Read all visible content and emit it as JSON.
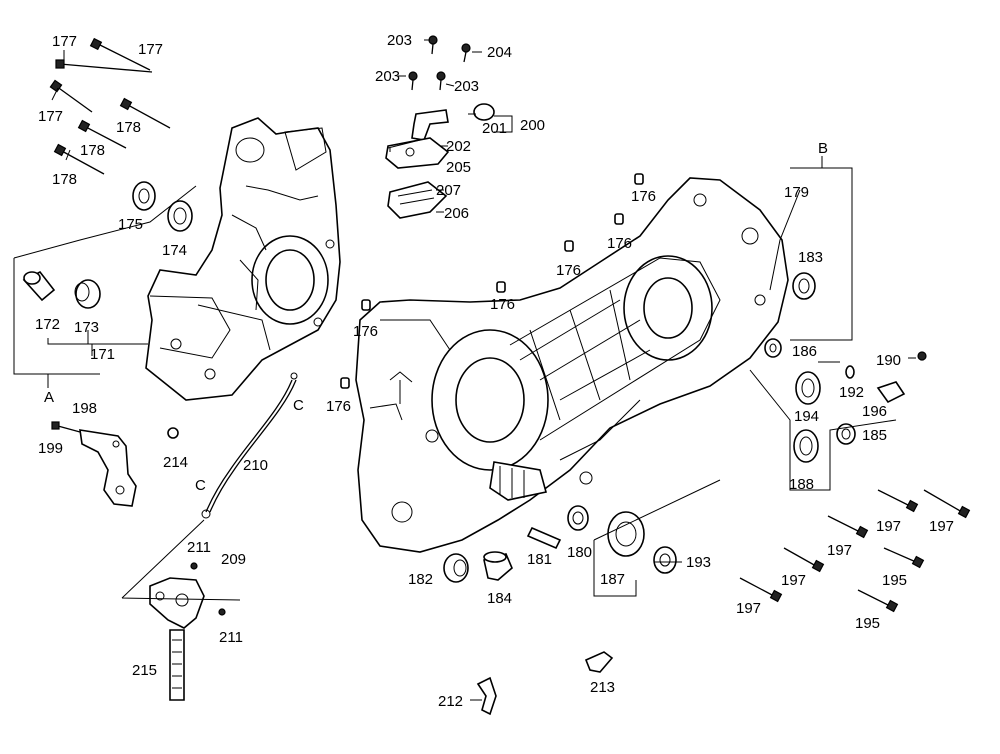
{
  "diagram": {
    "callouts": {
      "c177a": "177",
      "c177b": "177",
      "c177c": "177",
      "c178a": "178",
      "c178b": "178",
      "c178c": "178",
      "c175": "175",
      "c174": "174",
      "c172": "172",
      "c173": "173",
      "c171": "171",
      "cA": "A",
      "cB": "B",
      "cC1": "C",
      "cC2": "C",
      "c198": "198",
      "c199": "199",
      "c214": "214",
      "c210": "210",
      "c211a": "211",
      "c211b": "211",
      "c209": "209",
      "c215": "215",
      "c203a": "203",
      "c203b": "203",
      "c203c": "203",
      "c204": "204",
      "c201": "201",
      "c200": "200",
      "c202": "202",
      "c205": "205",
      "c207": "207",
      "c206": "206",
      "c176a": "176",
      "c176b": "176",
      "c176c": "176",
      "c176d": "176",
      "c176e": "176",
      "c176f": "176",
      "c179": "179",
      "c183": "183",
      "c186": "186",
      "c190": "190",
      "c192": "192",
      "c194": "194",
      "c196": "196",
      "c185": "185",
      "c188": "188",
      "c197a": "197",
      "c197b": "197",
      "c197c": "197",
      "c197d": "197",
      "c197e": "197",
      "c195a": "195",
      "c195b": "195",
      "c193": "193",
      "c187": "187",
      "c180": "180",
      "c181": "181",
      "c182": "182",
      "c184": "184",
      "c212": "212",
      "c213": "213"
    }
  }
}
